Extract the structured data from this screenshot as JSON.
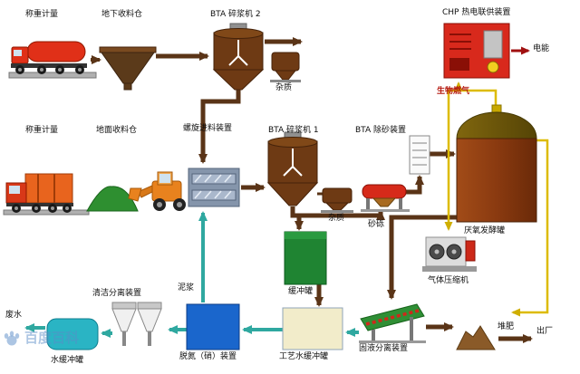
{
  "diagram": {
    "labels": {
      "weigh_top": "称重计量",
      "underground_bin": "地下收料仓",
      "pulper2": "BTA 碎浆机 2",
      "chp": "CHP 热电联供装置",
      "power": "电能",
      "impurity_top": "杂质",
      "biogas": "生物燃气",
      "weigh_mid": "称重计量",
      "ground_bin": "地面收料仓",
      "screw_feeder": "螺旋进料装置",
      "pulper1": "BTA 碎浆机 1",
      "sand_removal": "BTA 除砂装置",
      "impurity_mid": "杂质",
      "grit": "砂砾",
      "digester": "厌氧发酵罐",
      "compressor": "气体压缩机",
      "buffer_tank": "缓冲罐",
      "slurry": "泥浆",
      "clean_separator": "清洁分离装置",
      "wastewater": "废水",
      "water_buffer": "水缓冲罐",
      "denitration": "脱氮（硝）装置",
      "process_water_buffer": "工艺水缓冲罐",
      "solid_liquid_separator": "固液分离装置",
      "compost": "堆肥",
      "ship_out": "出厂",
      "watermark": "百度百科"
    },
    "colors": {
      "main_flow": "#5a3417",
      "biogas_flow": "#ddbb00",
      "water_flow": "#2fa8a0",
      "electric": "#a01010",
      "chp_red": "#d8291c",
      "digester_body": "#8a3a10",
      "buffer_green": "#1f8432",
      "denitration_blue": "#1a66cc",
      "water_tank_cyan": "#2ab4c4",
      "process_water_cream": "#f2ecca"
    },
    "edges": [
      [
        "weigh_top",
        "underground_bin",
        "main"
      ],
      [
        "underground_bin",
        "pulper2",
        "main"
      ],
      [
        "pulper2",
        "impurity_top",
        "main"
      ],
      [
        "pulper2",
        "screw_feeder",
        "main"
      ],
      [
        "ground_bin",
        "screw_feeder",
        "main"
      ],
      [
        "screw_feeder",
        "pulper1",
        "main"
      ],
      [
        "pulper1",
        "impurity_mid",
        "main"
      ],
      [
        "pulper1",
        "sand_removal",
        "main"
      ],
      [
        "sand_removal",
        "grit",
        "main"
      ],
      [
        "sand_removal",
        "digester",
        "main"
      ],
      [
        "pulper1",
        "buffer_tank",
        "main"
      ],
      [
        "buffer_tank",
        "process_water_buffer",
        "main"
      ],
      [
        "digester",
        "solid_liquid_separator",
        "main"
      ],
      [
        "solid_liquid_separator",
        "compost",
        "main"
      ],
      [
        "compost",
        "ship_out",
        "main"
      ],
      [
        "solid_liquid_separator",
        "process_water_buffer",
        "water"
      ],
      [
        "process_water_buffer",
        "denitration",
        "water"
      ],
      [
        "denitration",
        "clean_separator",
        "water"
      ],
      [
        "clean_separator",
        "water_buffer",
        "water"
      ],
      [
        "water_buffer",
        "wastewater",
        "water"
      ],
      [
        "denitration",
        "screw_feeder",
        "water"
      ],
      [
        "digester",
        "chp",
        "gas"
      ],
      [
        "digester",
        "compressor",
        "gas"
      ],
      [
        "chp",
        "power",
        "power"
      ]
    ]
  }
}
